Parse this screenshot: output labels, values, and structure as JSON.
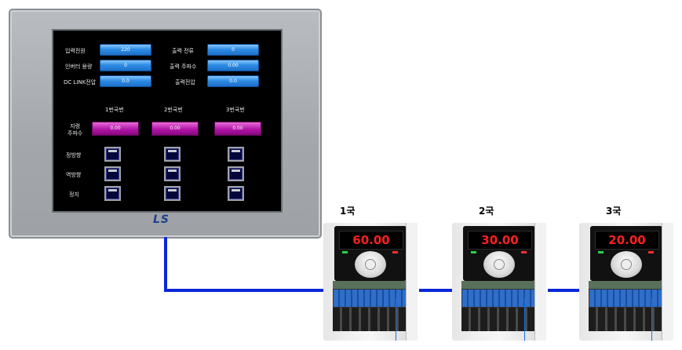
{
  "hmi": {
    "brand": "LS",
    "rows": [
      {
        "left_label": "입력전원",
        "left_value": "220",
        "right_label": "출력 전류",
        "right_value": "0"
      },
      {
        "left_label": "인버터 용량",
        "left_value": "0",
        "right_label": "출력 주파수",
        "right_value": "0.00"
      },
      {
        "left_label": "DC LINK전압",
        "left_value": "0.0",
        "right_label": "출력전압",
        "right_value": "0.0"
      }
    ],
    "columns": [
      "1번국번",
      "2번국번",
      "3번국번"
    ],
    "freq_label": "지령\n주파수",
    "freq_values": [
      "0.00",
      "0.00",
      "0.00"
    ],
    "switch_rows": [
      "정방향",
      "역방향",
      "정지"
    ]
  },
  "inverters": [
    {
      "title": "1국",
      "display": "60.00"
    },
    {
      "title": "2국",
      "display": "30.00"
    },
    {
      "title": "3국",
      "display": "20.00"
    }
  ],
  "colors": {
    "wire": "#0a27d6",
    "display_text": "#ff2020",
    "value_box": "#2f8de4",
    "freq_box": "#b214a7"
  }
}
